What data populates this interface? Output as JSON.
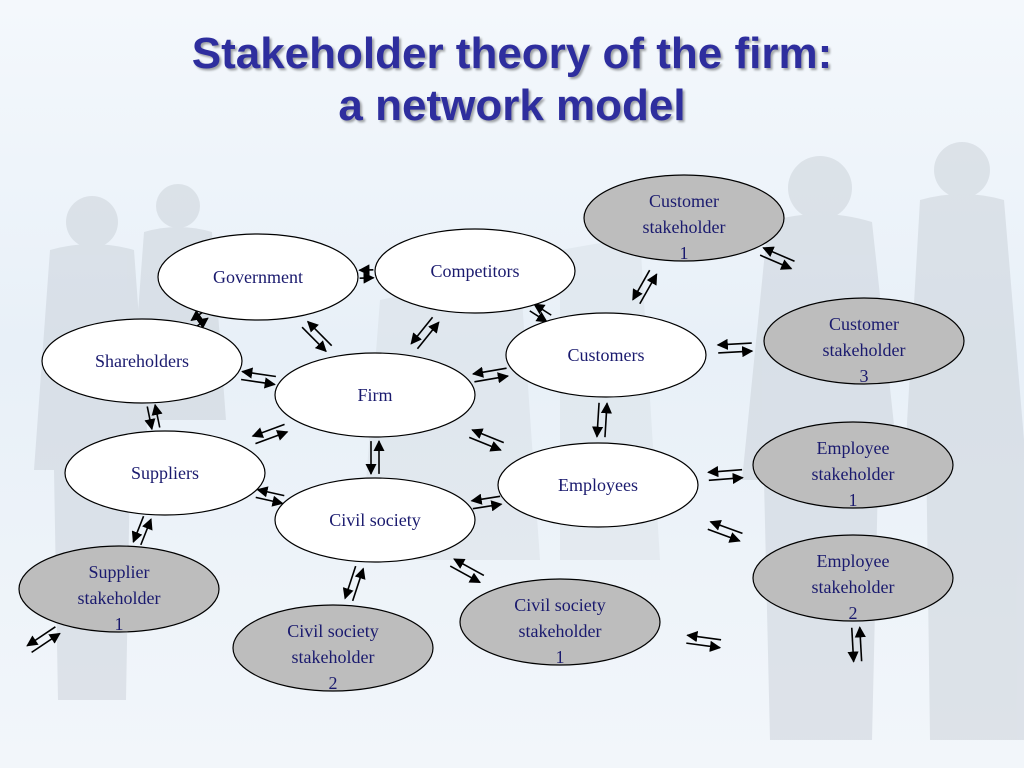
{
  "title": {
    "line1": "Stakeholder theory of the firm:",
    "line2": "a network model"
  },
  "colors": {
    "title": "#2e2e9e",
    "label": "#1a1a6e",
    "white_node_fill": "#ffffff",
    "grey_node_fill": "#bdbdbd",
    "node_border": "#000000",
    "arrow": "#000000"
  },
  "nodes": [
    {
      "id": "government",
      "label": [
        "Government"
      ],
      "style": "white"
    },
    {
      "id": "competitors",
      "label": [
        "Competitors"
      ],
      "style": "white"
    },
    {
      "id": "shareholders",
      "label": [
        "Shareholders"
      ],
      "style": "white"
    },
    {
      "id": "firm",
      "label": [
        "Firm"
      ],
      "style": "white"
    },
    {
      "id": "customers",
      "label": [
        "Customers"
      ],
      "style": "white"
    },
    {
      "id": "suppliers",
      "label": [
        "Suppliers"
      ],
      "style": "white"
    },
    {
      "id": "civil-society",
      "label": [
        "Civil society"
      ],
      "style": "white"
    },
    {
      "id": "employees",
      "label": [
        "Employees"
      ],
      "style": "white"
    },
    {
      "id": "customer-stakeholder-1",
      "label": [
        "Customer",
        "stakeholder",
        "1"
      ],
      "style": "grey"
    },
    {
      "id": "customer-stakeholder-3",
      "label": [
        "Customer",
        "stakeholder",
        "3"
      ],
      "style": "grey"
    },
    {
      "id": "employee-stakeholder-1",
      "label": [
        "Employee",
        "stakeholder",
        "1"
      ],
      "style": "grey"
    },
    {
      "id": "employee-stakeholder-2",
      "label": [
        "Employee",
        "stakeholder",
        "2"
      ],
      "style": "grey"
    },
    {
      "id": "supplier-stakeholder-1",
      "label": [
        "Supplier",
        "stakeholder",
        "1"
      ],
      "style": "grey"
    },
    {
      "id": "civil-society-stakeholder-1",
      "label": [
        "Civil society",
        "stakeholder",
        "1"
      ],
      "style": "grey"
    },
    {
      "id": "civil-society-stakeholder-2",
      "label": [
        "Civil society",
        "stakeholder",
        "2"
      ],
      "style": "grey"
    }
  ],
  "links": [
    {
      "from": "government",
      "to": "competitors"
    },
    {
      "from": "government",
      "to": "shareholders"
    },
    {
      "from": "government",
      "to": "firm"
    },
    {
      "from": "competitors",
      "to": "firm"
    },
    {
      "from": "competitors",
      "to": "customers"
    },
    {
      "from": "shareholders",
      "to": "firm"
    },
    {
      "from": "shareholders",
      "to": "suppliers"
    },
    {
      "from": "firm",
      "to": "customers"
    },
    {
      "from": "firm",
      "to": "suppliers"
    },
    {
      "from": "firm",
      "to": "civil-society"
    },
    {
      "from": "firm",
      "to": "employees"
    },
    {
      "from": "customers",
      "to": "employees"
    },
    {
      "from": "customers",
      "to": "customer-stakeholder-1"
    },
    {
      "from": "customers",
      "to": "customer-stakeholder-3"
    },
    {
      "from": "suppliers",
      "to": "civil-society"
    },
    {
      "from": "suppliers",
      "to": "supplier-stakeholder-1"
    },
    {
      "from": "civil-society",
      "to": "employees"
    },
    {
      "from": "civil-society",
      "to": "civil-society-stakeholder-1"
    },
    {
      "from": "civil-society",
      "to": "civil-society-stakeholder-2"
    },
    {
      "from": "employees",
      "to": "employee-stakeholder-1"
    },
    {
      "from": "employees",
      "to": "employee-stakeholder-2"
    },
    {
      "from": "customer-stakeholder-1",
      "to": "external"
    },
    {
      "from": "employee-stakeholder-2",
      "to": "external"
    },
    {
      "from": "supplier-stakeholder-1",
      "to": "external"
    },
    {
      "from": "civil-society-stakeholder-1",
      "to": "external"
    }
  ]
}
